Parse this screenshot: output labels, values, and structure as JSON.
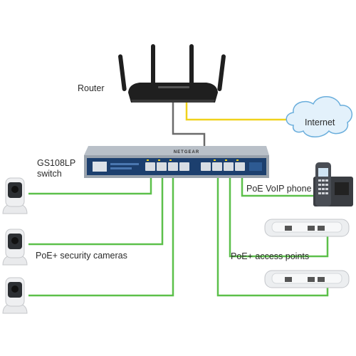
{
  "labels": {
    "router": "Router",
    "internet": "Internet",
    "switch_line1": "GS108LP",
    "switch_line2": "switch",
    "voip": "PoE VoIP phone",
    "cameras": "PoE+ security cameras",
    "access_points": "PoE+ access points"
  },
  "switch_brand": "NETGEAR",
  "colors": {
    "poe_cable": "#5cc04a",
    "internet_cable": "#f0d21c",
    "uplink_cable": "#6b6b6b",
    "cloud_fill": "#e3f1fb",
    "cloud_stroke": "#6aaedc",
    "router_body": "#1f1f1f",
    "switch_body": "#9aa3ad",
    "switch_front": "#1c3f6e"
  }
}
